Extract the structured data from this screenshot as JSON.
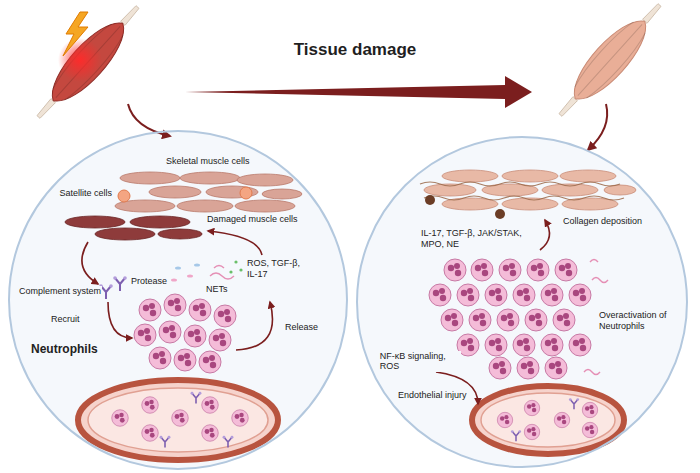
{
  "diagram": {
    "nodes": [
      {
        "text": [
          "Skeletal muscle cells",
          "Satellite cells",
          "Damaged muscle cells",
          "ROS, TGF-β, IL-17",
          "Protease",
          "NETs",
          "Complement system",
          "Recruit",
          "Release",
          "Neutrophils"
        ]
      },
      {
        "text": [
          "Collagen deposition",
          "IL-17, TGF-β, JAK/STAK, MPO, NE",
          "Overactivation of Neutrophils",
          "NF-κB signaling, ROS",
          "Endothelial injury"
        ]
      }
    ],
    "labels": [
      "Tissue damage"
    ]
  }
}
